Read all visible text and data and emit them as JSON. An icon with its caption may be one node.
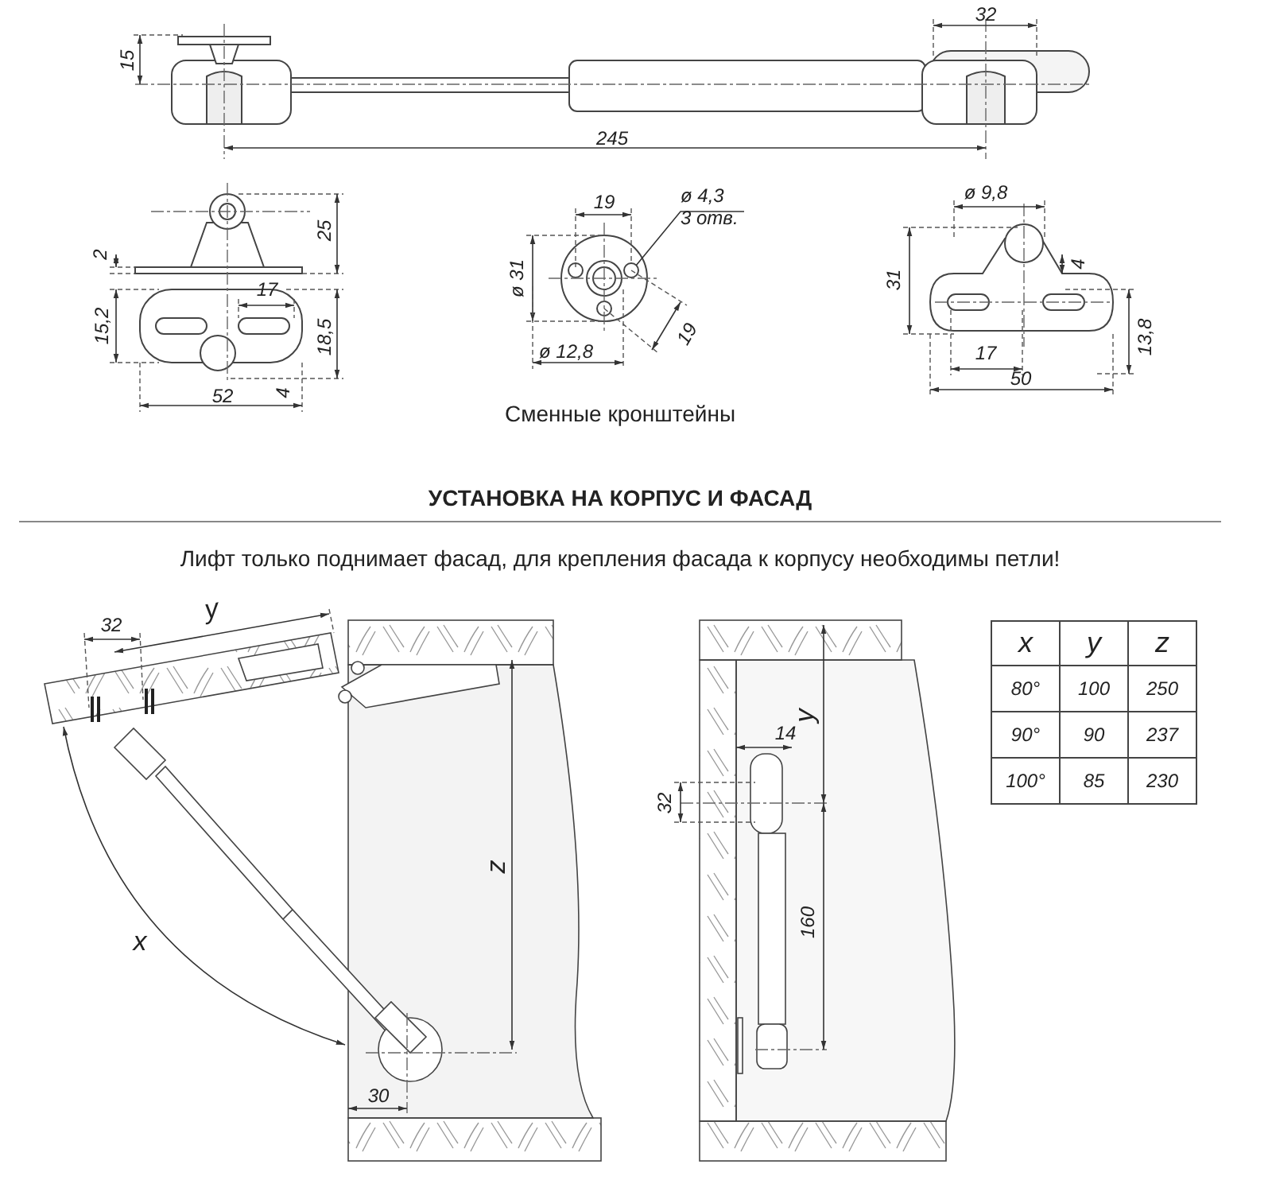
{
  "diagram": {
    "title": "УСТАНОВКА НА КОРПУС И ФАСАД",
    "nodes": [
      {
        "text": [
          "ø 4,3",
          "3 отв."
        ]
      },
      {
        "text": [],
        "shape": "circle"
      }
    ],
    "edges": [
      {
        "from": 0,
        "to": 1,
        "arrow": "none"
      }
    ],
    "labels": [
      "32",
      "15",
      "245",
      "25",
      "2",
      "19",
      "17",
      "15,2",
      "18,5",
      "4",
      "52",
      "ø 31",
      "19",
      "ø 12,8",
      "ø 9,8",
      "31",
      "4",
      "17",
      "50",
      "13,8",
      "Сменные кронштейны",
      "Лифт только поднимает фасад, для крепления фасада к корпусу необходимы петли!",
      "32",
      "y",
      "x",
      "z",
      "30",
      "y",
      "14",
      "32",
      "160",
      "x",
      "y",
      "z",
      "80°",
      "100",
      "250",
      "90°",
      "90",
      "237",
      "100°",
      "85",
      "230"
    ]
  }
}
